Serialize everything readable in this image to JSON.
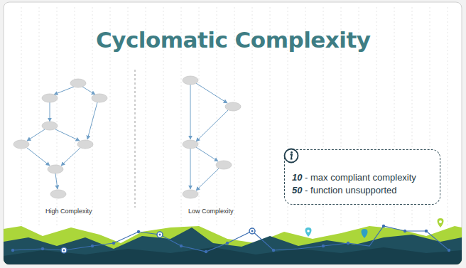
{
  "diagram": {
    "title": "Cyclomatic Complexity",
    "nodes": [
      {
        "text": [
          "10",
          "- max compliant complexity",
          "50",
          "- function unsupported"
        ]
      }
    ],
    "labels": [
      "High Complexity",
      "Low Complexity"
    ]
  }
}
